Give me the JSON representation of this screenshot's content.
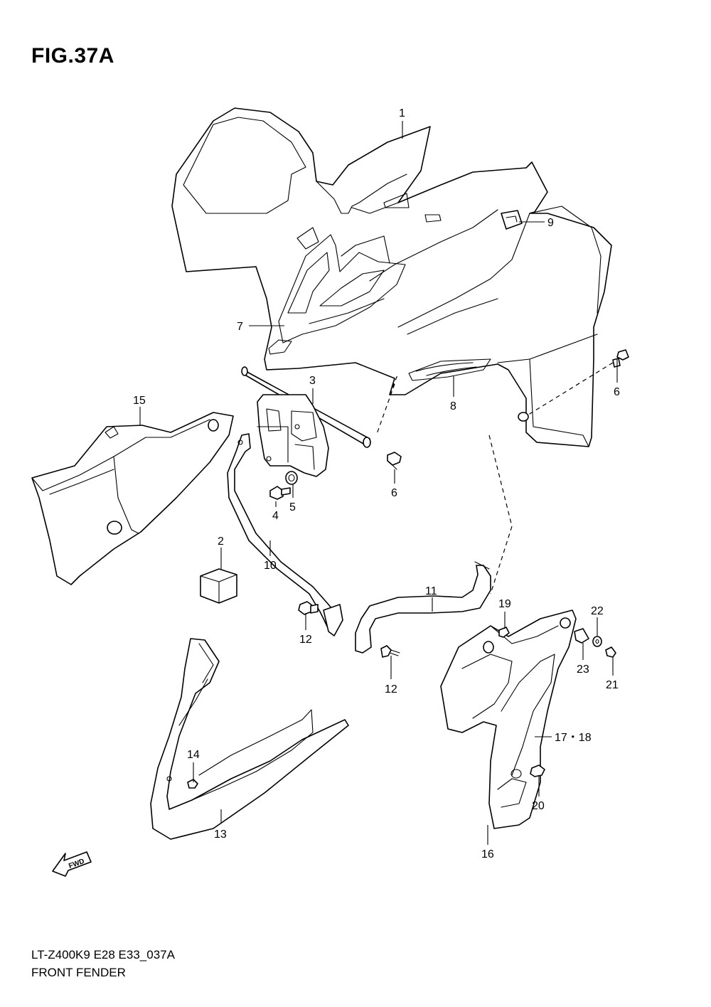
{
  "figure": {
    "title": "FIG.37A"
  },
  "footer": {
    "model_code": "LT-Z400K9 E28 E33_037A",
    "section_name": "FRONT FENDER"
  },
  "fwd_arrow": {
    "label": "FWD"
  },
  "callouts": {
    "c1": "1",
    "c2": "2",
    "c3": "3",
    "c4": "4",
    "c5": "5",
    "c6a": "6",
    "c6b": "6",
    "c7": "7",
    "c8": "8",
    "c9": "9",
    "c10": "10",
    "c11": "11",
    "c12a": "12",
    "c12b": "12",
    "c13": "13",
    "c14": "14",
    "c15": "15",
    "c16": "16",
    "c17": "17・18",
    "c19": "19",
    "c20": "20",
    "c21": "21",
    "c22": "22",
    "c23": "23"
  }
}
